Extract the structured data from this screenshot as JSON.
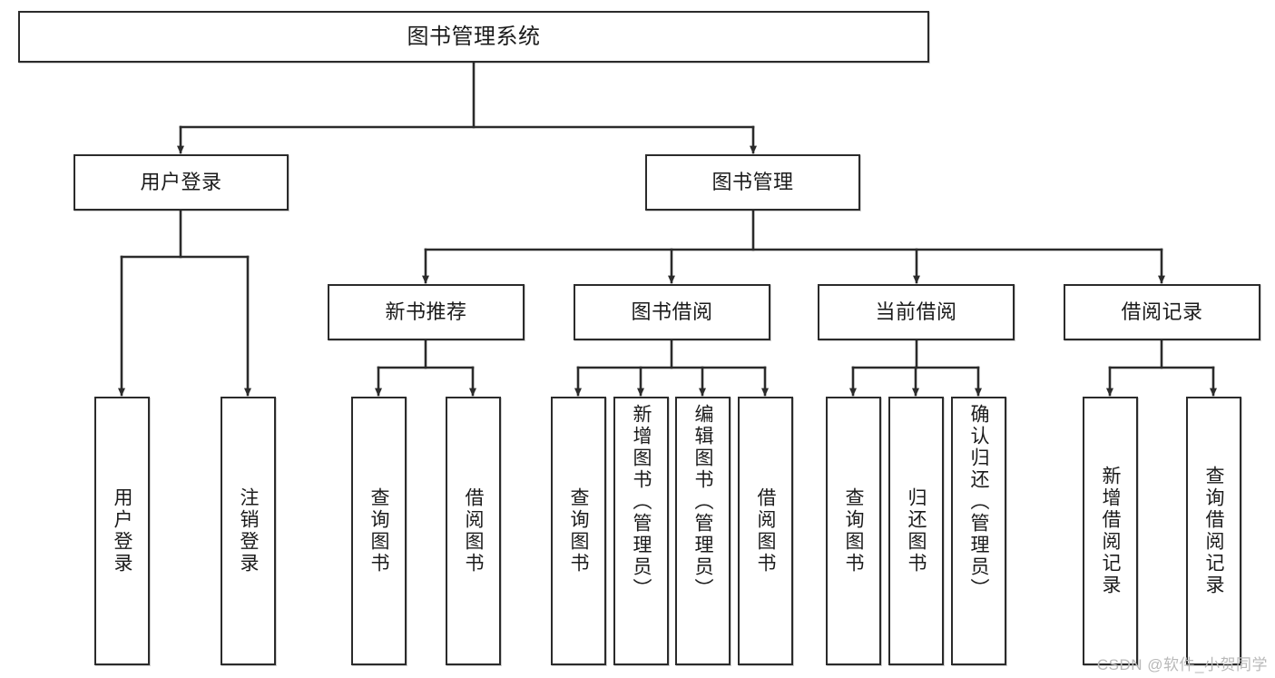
{
  "diagram": {
    "type": "tree",
    "title": "图书管理系统",
    "watermark": "CSDN @软件_小贺同学",
    "colors": {
      "stroke": "#2b2b2b",
      "fill": "#ffffff",
      "text": "#1b1b1b",
      "watermark": "#b9b9b9"
    },
    "nodes": {
      "root": {
        "label": "图书管理系统"
      },
      "level2": [
        {
          "label": "用户登录"
        },
        {
          "label": "图书管理"
        }
      ],
      "level3": [
        {
          "label": "新书推荐"
        },
        {
          "label": "图书借阅"
        },
        {
          "label": "当前借阅"
        },
        {
          "label": "借阅记录"
        }
      ],
      "leaves": {
        "user_login": [
          {
            "label": "用户登录"
          },
          {
            "label": "注销登录"
          }
        ],
        "new_book": [
          {
            "label": "查询图书"
          },
          {
            "label": "借阅图书"
          }
        ],
        "borrow_book": [
          {
            "label": "查询图书"
          },
          {
            "label": "新增图书（管理员）"
          },
          {
            "label": "编辑图书（管理员）"
          },
          {
            "label": "借阅图书"
          }
        ],
        "current_borrow": [
          {
            "label": "查询图书"
          },
          {
            "label": "归还图书"
          },
          {
            "label": "确认归还（管理员）"
          }
        ],
        "borrow_record": [
          {
            "label": "新增借阅记录"
          },
          {
            "label": "查询借阅记录"
          }
        ]
      }
    }
  }
}
